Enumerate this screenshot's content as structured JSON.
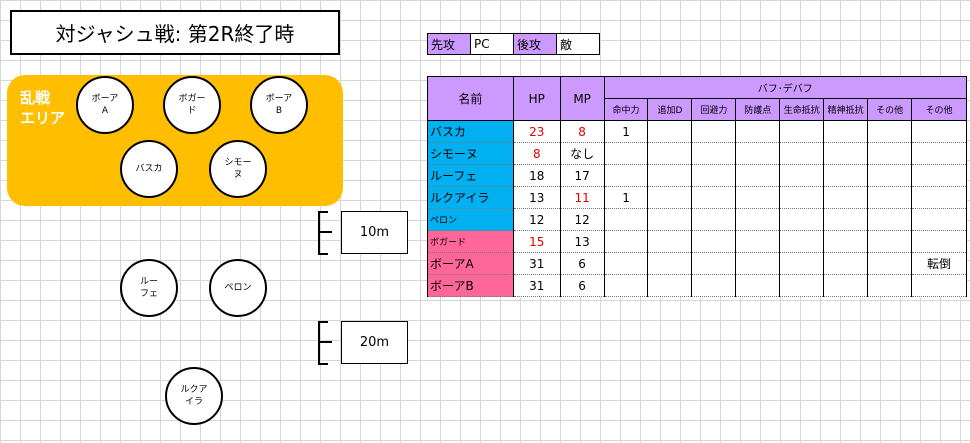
{
  "title": "対ジャシュ戦: 第2R終了時",
  "melee_area_label": "乱戦\nエリア",
  "tokens": {
    "boar_a": "ボーア\nA",
    "bogard": "ボガー\nド",
    "boar_b": "ボーア\nB",
    "basuka": "バスカ",
    "simone": "シモー\nヌ",
    "rufe": "ルー\nフェ",
    "peron": "ペロン",
    "rukuaira": "ルクア\nイラ"
  },
  "distances": {
    "d1": "10m",
    "d2": "20m"
  },
  "turn_order": {
    "first_label": "先攻",
    "first_value": "PC",
    "second_label": "後攻",
    "second_value": "敵"
  },
  "stats_table": {
    "col_name": "名前",
    "col_hp": "HP",
    "col_mp": "MP",
    "buff_group": "バフ･デバフ",
    "buff_cols": [
      "命中力",
      "追加D",
      "回避力",
      "防護点",
      "生命抵抗",
      "精神抵抗",
      "その他",
      "その他"
    ],
    "rows": [
      {
        "name": "バスカ",
        "hp": "23",
        "mp": "8",
        "hp_red": true,
        "mp_red": true,
        "side": "pc",
        "buffs": [
          "1",
          "",
          "",
          "",
          "",
          "",
          "",
          ""
        ]
      },
      {
        "name": "シモーヌ",
        "hp": "8",
        "mp": "なし",
        "hp_red": true,
        "mp_red": false,
        "side": "pc",
        "buffs": [
          "",
          "",
          "",
          "",
          "",
          "",
          "",
          ""
        ]
      },
      {
        "name": "ルーフェ",
        "hp": "18",
        "mp": "17",
        "hp_red": false,
        "mp_red": false,
        "side": "pc",
        "buffs": [
          "",
          "",
          "",
          "",
          "",
          "",
          "",
          ""
        ]
      },
      {
        "name": "ルクアイラ",
        "hp": "13",
        "mp": "11",
        "hp_red": false,
        "mp_red": true,
        "side": "pc",
        "buffs": [
          "1",
          "",
          "",
          "",
          "",
          "",
          "",
          ""
        ]
      },
      {
        "name": "ペロン",
        "hp": "12",
        "mp": "12",
        "hp_red": false,
        "mp_red": false,
        "side": "pc",
        "small": true,
        "buffs": [
          "",
          "",
          "",
          "",
          "",
          "",
          "",
          ""
        ]
      },
      {
        "name": "ボガード",
        "hp": "15",
        "mp": "13",
        "hp_red": true,
        "mp_red": false,
        "side": "enemy",
        "small": true,
        "buffs": [
          "",
          "",
          "",
          "",
          "",
          "",
          "",
          ""
        ]
      },
      {
        "name": "ボーアA",
        "hp": "31",
        "mp": "6",
        "hp_red": false,
        "mp_red": false,
        "side": "enemy",
        "buffs": [
          "",
          "",
          "",
          "",
          "",
          "",
          "",
          "転倒"
        ]
      },
      {
        "name": "ボーアB",
        "hp": "31",
        "mp": "6",
        "hp_red": false,
        "mp_red": false,
        "side": "enemy",
        "buffs": [
          "",
          "",
          "",
          "",
          "",
          "",
          "",
          ""
        ]
      }
    ]
  },
  "colors": {
    "melee_area": "#ffbf00",
    "pc_row": "#00b0f0",
    "enemy_row": "#ff6699",
    "header": "#cc99ff",
    "damaged_value": "#e00000"
  }
}
